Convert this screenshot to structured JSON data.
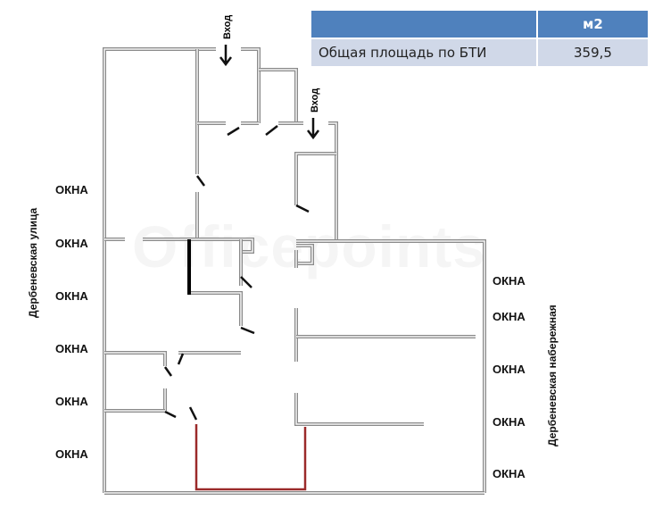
{
  "table": {
    "header_unit": "м2",
    "row_label": "Общая площадь по БТИ",
    "row_value": "359,5"
  },
  "labels": {
    "entrance": "Вход",
    "windows": "ОКНА",
    "street_left": "Дербеневская улица",
    "street_right": "Дербеневская набережная"
  },
  "watermark": "Officepoints",
  "left_windows": [
    "ОКНА",
    "ОКНА",
    "ОКНА",
    "ОКНА",
    "ОКНА",
    "ОКНА"
  ],
  "right_windows": [
    "ОКНА",
    "ОКНА",
    "ОКНА",
    "ОКНА",
    "ОКНА"
  ],
  "colors": {
    "header": "#4f81bd",
    "cell": "#d0d8e8",
    "highlight": "#9b2a2a"
  }
}
